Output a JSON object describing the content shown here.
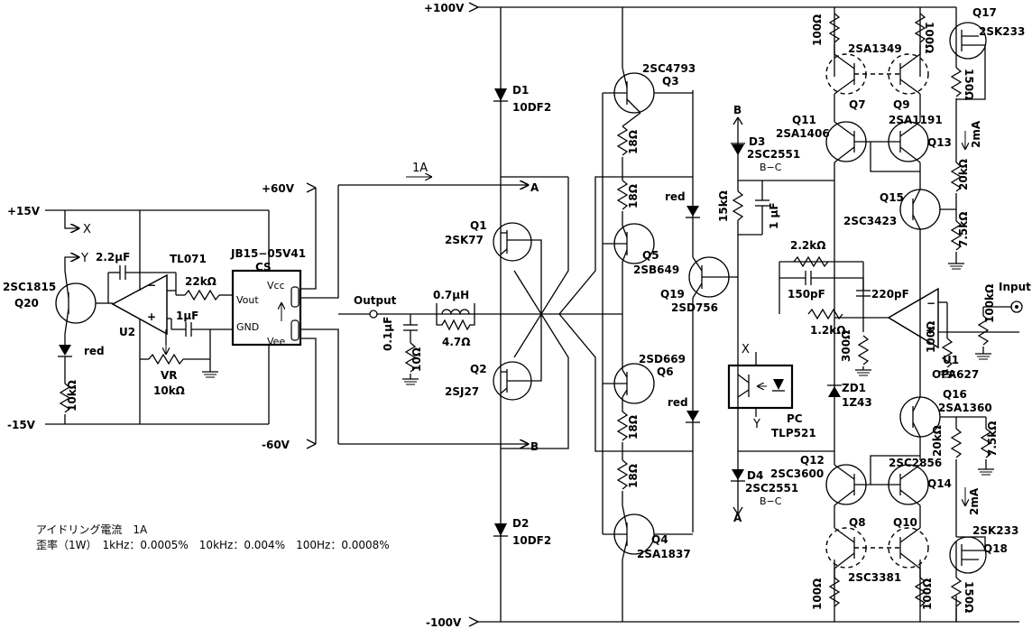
{
  "rails": {
    "pos100": "+100V",
    "neg100": "-100V",
    "pos60": "+60V",
    "neg60": "-60V",
    "pos15": "+15V",
    "neg15": "-15V"
  },
  "labels": {
    "X": "X",
    "Y": "Y",
    "A": "A",
    "B": "B",
    "current_1A": "1A",
    "output": "Output",
    "input": "Input",
    "cs": "CS",
    "vcc": "Vcc",
    "gnd": "GND",
    "vee": "Vee",
    "vout": "Vout",
    "plus": "+",
    "minus": "−",
    "two_ma": "2mA",
    "red": "red",
    "bc": "B−C",
    "pc": "PC"
  },
  "parts": {
    "D1": "D1",
    "D1_type": "10DF2",
    "D2": "D2",
    "D2_type": "10DF2",
    "D3": "D3",
    "D3_type": "2SC2551",
    "D4": "D4",
    "D4_type": "2SC2551",
    "Q1": "Q1",
    "Q1_type": "2SK77",
    "Q2": "Q2",
    "Q2_type": "2SJ27",
    "Q3": "Q3",
    "Q3_type": "2SC4793",
    "Q4": "Q4",
    "Q4_type": "2SA1837",
    "Q5": "Q5",
    "Q5_type": "2SB649",
    "Q6": "Q6",
    "Q6_type": "2SD669",
    "Q7": "Q7",
    "Q8": "Q8",
    "Q9": "Q9",
    "Q10": "Q10",
    "Q7_Q9_type": "2SA1349",
    "Q8_Q10_type": "2SC3381",
    "Q11": "Q11",
    "Q11_type": "2SA1406",
    "Q12": "Q12",
    "Q12_type": "2SC3600",
    "Q13": "Q13",
    "Q13_type": "2SA1191",
    "Q14": "Q14",
    "Q14_type": "2SC2856",
    "Q15": "Q15",
    "Q15_type": "2SC3423",
    "Q16": "Q16",
    "Q16_type": "2SA1360",
    "Q17": "Q17",
    "Q17_type": "2SK233",
    "Q18": "Q18",
    "Q18_type": "2SK233",
    "Q19": "Q19",
    "Q19_type": "2SD756",
    "Q20": "Q20",
    "Q20_type": "2SC1815",
    "U1": "U1",
    "U1_type": "OPA627",
    "U2": "U2",
    "U2_type": "TL071",
    "ZD1": "ZD1",
    "ZD1_type": "1Z43",
    "PC_type": "TLP521",
    "CS_type": "JB15−05V41",
    "VR": "VR",
    "VR_value": "10kΩ"
  },
  "values": {
    "r18": "18Ω",
    "r100": "100Ω",
    "r150": "150Ω",
    "r20k": "20kΩ",
    "r7_5k": "7.5kΩ",
    "r15k": "15kΩ",
    "r2_2k": "2.2kΩ",
    "r1_2k": "1.2kΩ",
    "r300": "300Ω",
    "r100k": "100kΩ",
    "r22k": "22kΩ",
    "r10k": "10kΩ",
    "r10": "10Ω",
    "r4_7": "4.7Ω",
    "c1u": "1μF",
    "c1u_spaced": "1 μF",
    "c2_2u": "2.2μF",
    "c0_1u": "0.1μF",
    "c150p": "150pF",
    "c220p": "220pF",
    "l0_7u": "0.7μH"
  },
  "notes": {
    "idle": "アイドリング電流　1A",
    "distortion": "歪率（1W）　1kHz：0.0005%　10kHz：0.004%　100Hz：0.0008%"
  }
}
